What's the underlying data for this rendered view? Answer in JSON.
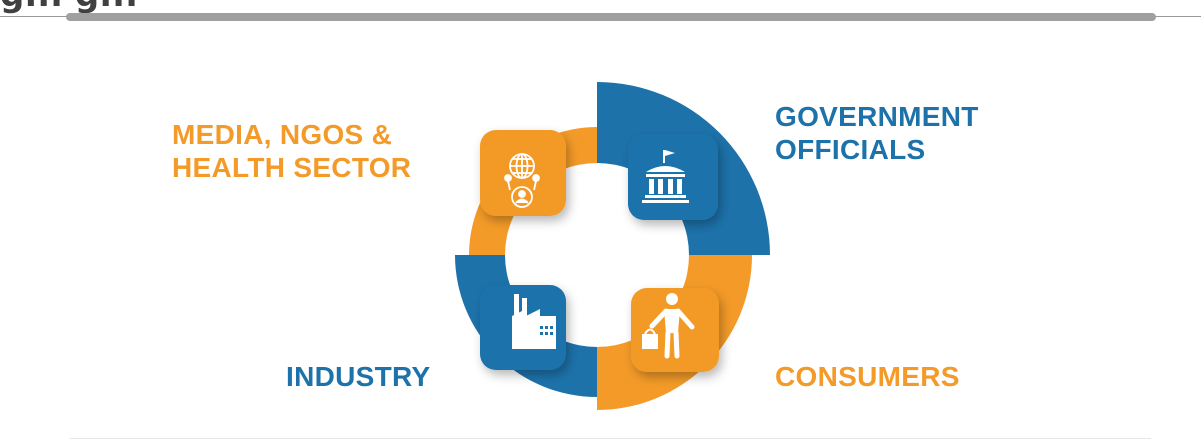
{
  "header": {
    "title": "g... g..."
  },
  "colors": {
    "orange": "#f39a28",
    "blue": "#1d72aa",
    "rule": "#a0a0a0"
  },
  "stakeholders": [
    {
      "id": "media",
      "lines": [
        "MEDIA, NGOS &",
        "HEALTH SECTOR"
      ],
      "color": "orange",
      "icon": "globe-people-icon"
    },
    {
      "id": "government",
      "lines": [
        "GOVERNMENT",
        "OFFICIALS"
      ],
      "color": "blue",
      "icon": "government-building-icon"
    },
    {
      "id": "industry",
      "lines": [
        "INDUSTRY"
      ],
      "color": "blue",
      "icon": "factory-icon"
    },
    {
      "id": "consumers",
      "lines": [
        "CONSUMERS"
      ],
      "color": "orange",
      "icon": "shopper-icon"
    }
  ]
}
